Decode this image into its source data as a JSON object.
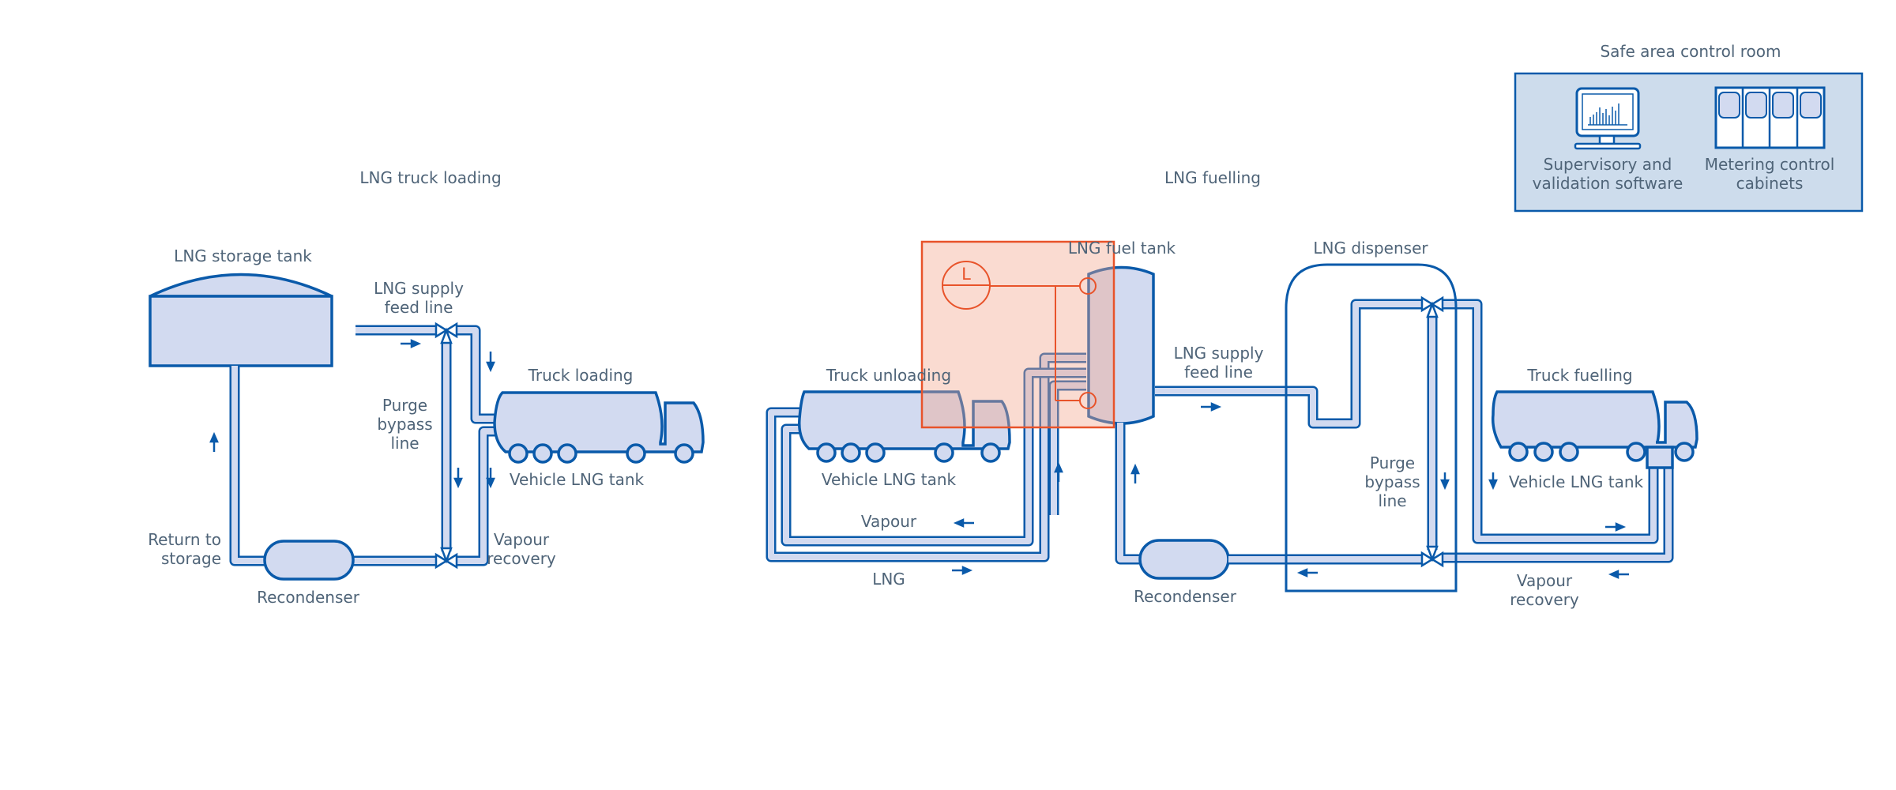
{
  "sections": {
    "truck_loading_title": "LNG truck loading",
    "fuelling_title": "LNG fuelling"
  },
  "control_room": {
    "title": "Safe area control room",
    "software_label": "Supervisory and\nvalidation software",
    "cabinets_label": "Metering control\ncabinets",
    "panel_color": "#cddcec",
    "border_color": "#0a5aaa"
  },
  "truck_loading": {
    "storage_tank": "LNG storage tank",
    "supply_feed_line": "LNG supply\nfeed line",
    "truck_loading": "Truck loading",
    "purge_bypass": "Purge\nbypass\nline",
    "vehicle_tank": "Vehicle LNG tank",
    "return_to_storage": "Return to\nstorage",
    "vapour_recovery": "Vapour\nrecovery",
    "recondenser": "Recondenser"
  },
  "fuelling": {
    "fuel_tank": "LNG fuel tank",
    "dispenser": "LNG dispenser",
    "truck_unloading": "Truck unloading",
    "vehicle_tank_unloading": "Vehicle LNG tank",
    "vapour": "Vapour",
    "lng": "LNG",
    "supply_feed_line": "LNG supply\nfeed line",
    "truck_fuelling": "Truck fuelling",
    "vehicle_tank_fuelling": "Vehicle LNG tank",
    "purge_bypass": "Purge\nbypass\nline",
    "recondenser": "Recondenser",
    "vapour_recovery": "Vapour\nrecovery"
  },
  "level_gauge": {
    "symbol": "L",
    "highlight_color": "#e8532a",
    "highlight_fill": "#f9dbd2"
  },
  "colors": {
    "pipe": "#0a5aaa",
    "vessel_fill": "#d2daf0",
    "text": "#4f6478"
  }
}
